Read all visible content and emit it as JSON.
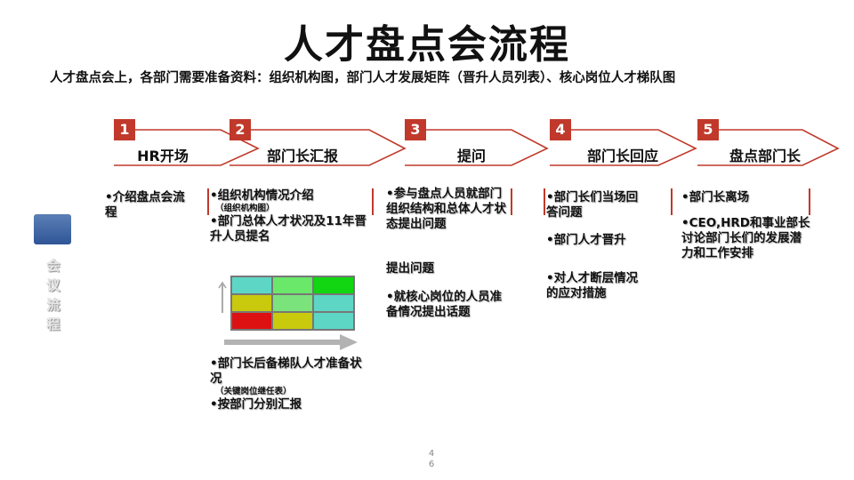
{
  "title": "人才盘点会流程",
  "subtitle": "人才盘点会上，各部门需要准备资料：组织机构图，部门人才发展矩阵（晋升人员列表）、核心岗位人才梯队图",
  "side_label": "会议流程",
  "steps": [
    {
      "num": "1",
      "label": "HR开场"
    },
    {
      "num": "2",
      "label": "部门长汇报"
    },
    {
      "num": "3",
      "label": "提问"
    },
    {
      "num": "4",
      "label": "部门长回应"
    },
    {
      "num": "5",
      "label": "盘点部门长"
    }
  ],
  "col1": {
    "item1": "•介绍盘点会流程"
  },
  "col2": {
    "item1": "•组织机构情况介绍",
    "item1_note": "（组织机构图）",
    "item2": "•部门总体人才状况及11年晋升人员提名",
    "item3": "•部门长后备梯队人才准备状况",
    "item3_note": "（关键岗位继任表）",
    "item4": "•按部门分别汇报"
  },
  "col3": {
    "item1": "•参与盘点人员就部门组织结构和总体人才状态提出问题",
    "item2": "提出问题",
    "item3": "•就核心岗位的人员准备情况提出话题"
  },
  "col4": {
    "item1": "•部门长们当场回答问题",
    "item2": "•部门人才晋升",
    "item3": "•对人才断层情况的应对措施"
  },
  "col5": {
    "item1": "•部门长离场",
    "item2": "•CEO,HRD和事业部长讨论部门长们的发展潜力和工作安排"
  },
  "matrix_colors": [
    "#5ed6c6",
    "#6ae86a",
    "#11d611",
    "#c9c90e",
    "#7be37b",
    "#5ed6c6",
    "#dd1111",
    "#c9c90e",
    "#5ed6c6"
  ],
  "accent_color": "#c0392b",
  "page_number": "46"
}
